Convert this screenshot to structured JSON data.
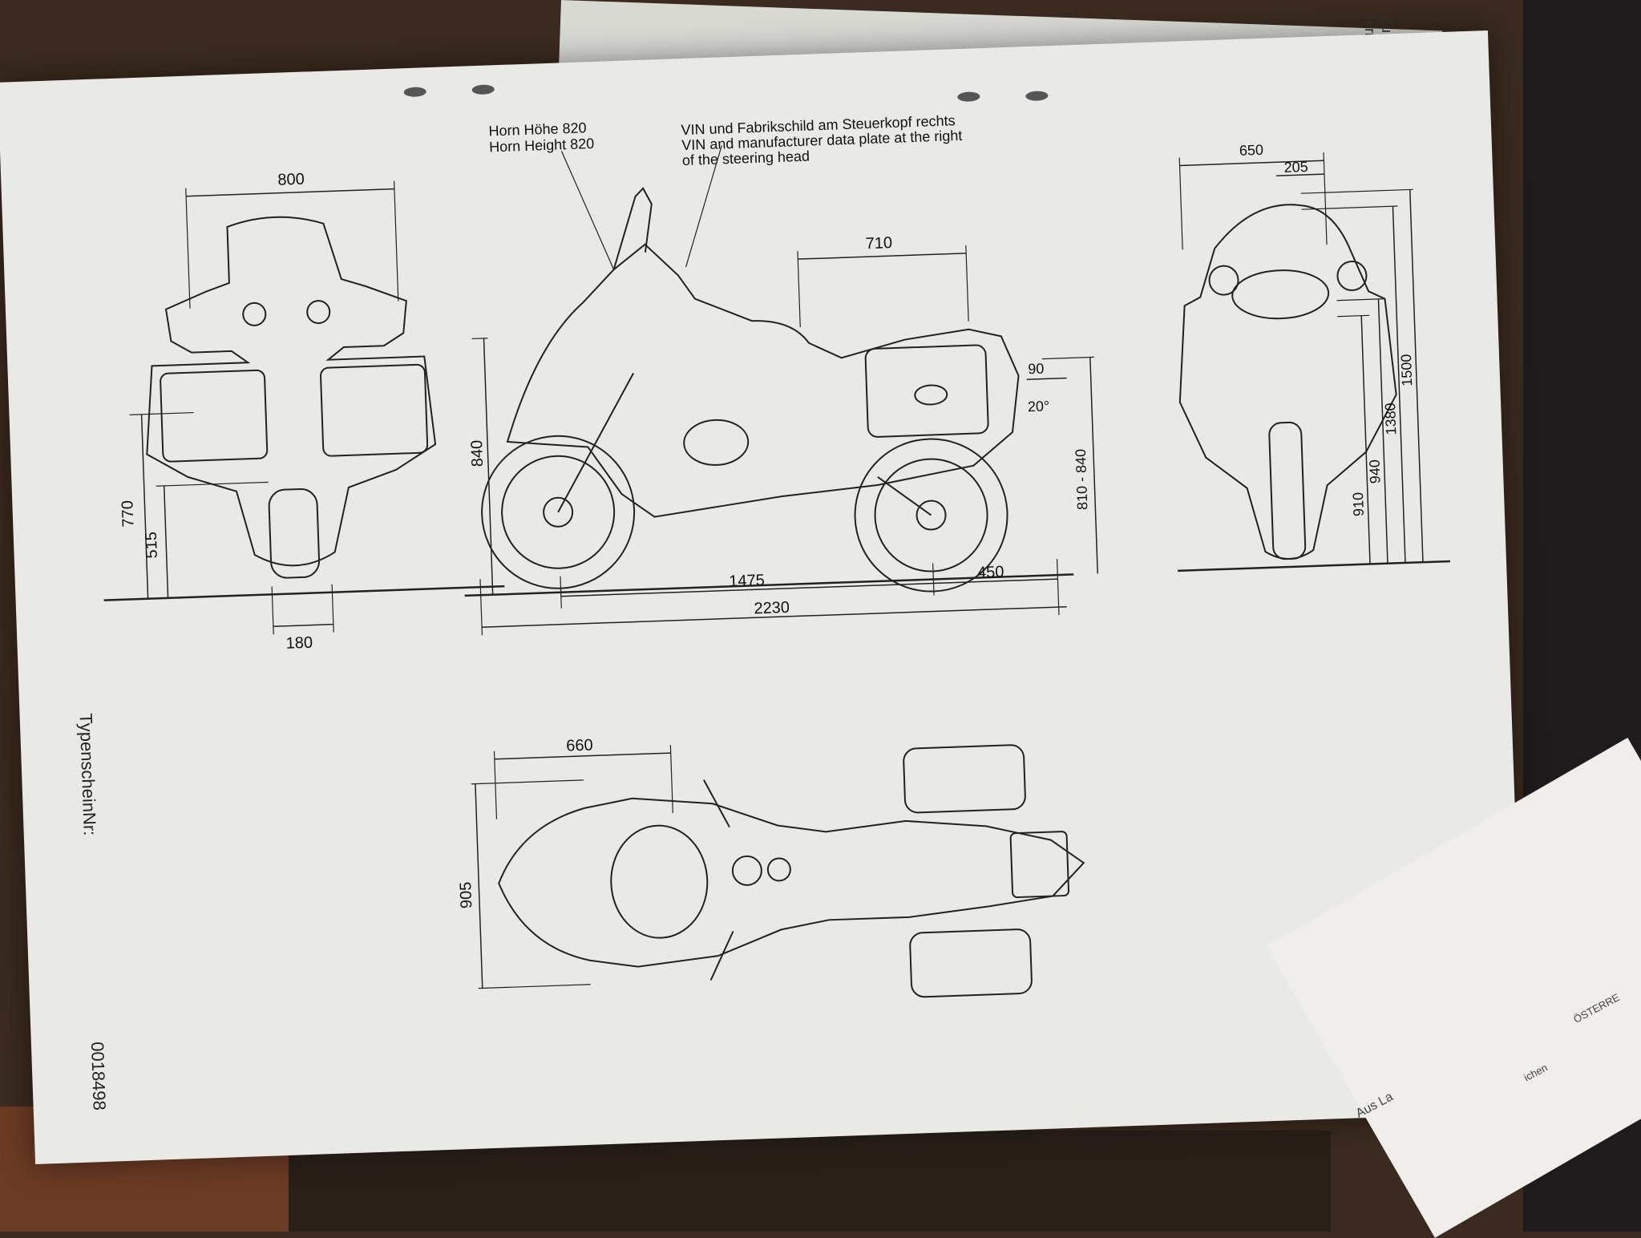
{
  "top_sheet": {
    "line1": "Zu Nr.",
    "line2": "terrad"
  },
  "drawing": {
    "labels": {
      "horn_de": "Horn Höhe 820",
      "horn_en": "Horn Height 820",
      "vin_de": "VIN und Fabrikschild am Steuerkopf rechts",
      "vin_en_1": "VIN and manufacturer data plate at the right",
      "vin_en_2": "of the steering head"
    },
    "rear_view": {
      "width": "800",
      "tire": "180",
      "h1": "770",
      "h2": "515"
    },
    "side_view": {
      "seat": "710",
      "height": "840",
      "rear_overhang": "90",
      "angle": "20°",
      "seat_height": "810 - 840",
      "wheelbase": "1475",
      "rear": "450",
      "length": "2230"
    },
    "front_view": {
      "width": "650",
      "mirror": "205",
      "h1": "910",
      "h2": "940",
      "h3": "1380",
      "h4": "1500"
    },
    "top_view": {
      "width": "660",
      "height": "905"
    }
  },
  "footer": {
    "typenschein_label": "TypenscheinNr:",
    "number": "0018498"
  },
  "slip": {
    "text1": "Aus La",
    "text2": "ichen",
    "text3": "ÖSTERRE"
  }
}
